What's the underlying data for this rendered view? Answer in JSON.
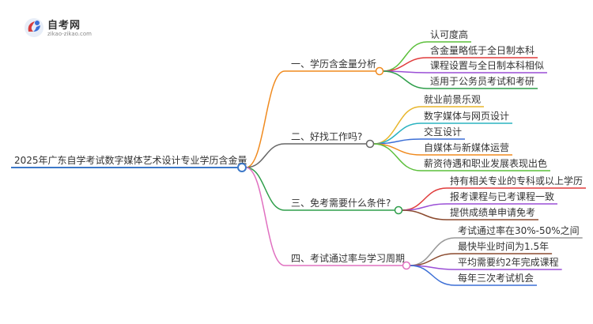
{
  "brand": {
    "name": "自考网",
    "url": "zikao-zikao.com"
  },
  "root": "2025年广东自学考试数字媒体艺术设计专业学历含金量",
  "branches": [
    {
      "label": "一、学历含金量分析",
      "color": "#f08a1e",
      "leaves": [
        {
          "text": "认可度高",
          "color": "#5bbf3a"
        },
        {
          "text": "含金量略低于全日制本科",
          "color": "#e03c3c"
        },
        {
          "text": "课程设置与全日制本科相似",
          "color": "#9a4fd6"
        },
        {
          "text": "适用于公务员考试和考研",
          "color": "#2e9e4a"
        }
      ]
    },
    {
      "label": "二、好找工作吗?",
      "color": "#666666",
      "leaves": [
        {
          "text": "就业前景乐观",
          "color": "#e8b62c"
        },
        {
          "text": "数字媒体与网页设计",
          "color": "#2bb3c0"
        },
        {
          "text": "交互设计",
          "color": "#3c6fd6"
        },
        {
          "text": "自媒体与新媒体运营",
          "color": "#f08a1e"
        },
        {
          "text": "薪资待遇和职业发展表现出色",
          "color": "#5bbf3a"
        }
      ]
    },
    {
      "label": "三、免考需要什么条件?",
      "color": "#2e9e4a",
      "leaves": [
        {
          "text": "持有相关专业的专科或以上学历",
          "color": "#e03c3c"
        },
        {
          "text": "报考课程与已考课程一致",
          "color": "#9a4fd6"
        },
        {
          "text": "提供成绩单申请免考",
          "color": "#8b4a2e"
        }
      ]
    },
    {
      "label": "四、考试通过率与学习周期",
      "color": "#e070c0",
      "leaves": [
        {
          "text": "考试通过率在30%-50%之间",
          "color": "#999999"
        },
        {
          "text": "最快毕业时间为1.5年",
          "color": "#8b4a2e"
        },
        {
          "text": "平均需要约2年完成课程",
          "color": "#9a4fd6"
        },
        {
          "text": "每年三次考试机会",
          "color": "#3c6fd6"
        }
      ]
    }
  ]
}
